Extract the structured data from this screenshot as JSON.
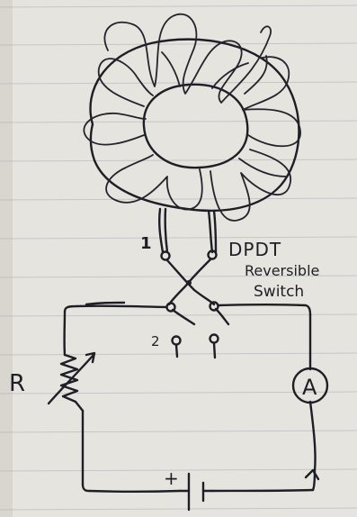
{
  "labels": {
    "terminal_1": "1",
    "terminal_2": "2",
    "switch_line1": "DPDT",
    "switch_line2": "Reversible",
    "switch_line3": "Switch",
    "resistor": "R",
    "ammeter": "A",
    "battery_plus": "+"
  },
  "colors": {
    "paper": "#e6e4de",
    "ink": "#1e1f26",
    "ruled_line": "#a9aeb6"
  },
  "components": [
    "toroid-coil",
    "dpdt-reversible-switch",
    "variable-resistor",
    "ammeter",
    "battery"
  ]
}
